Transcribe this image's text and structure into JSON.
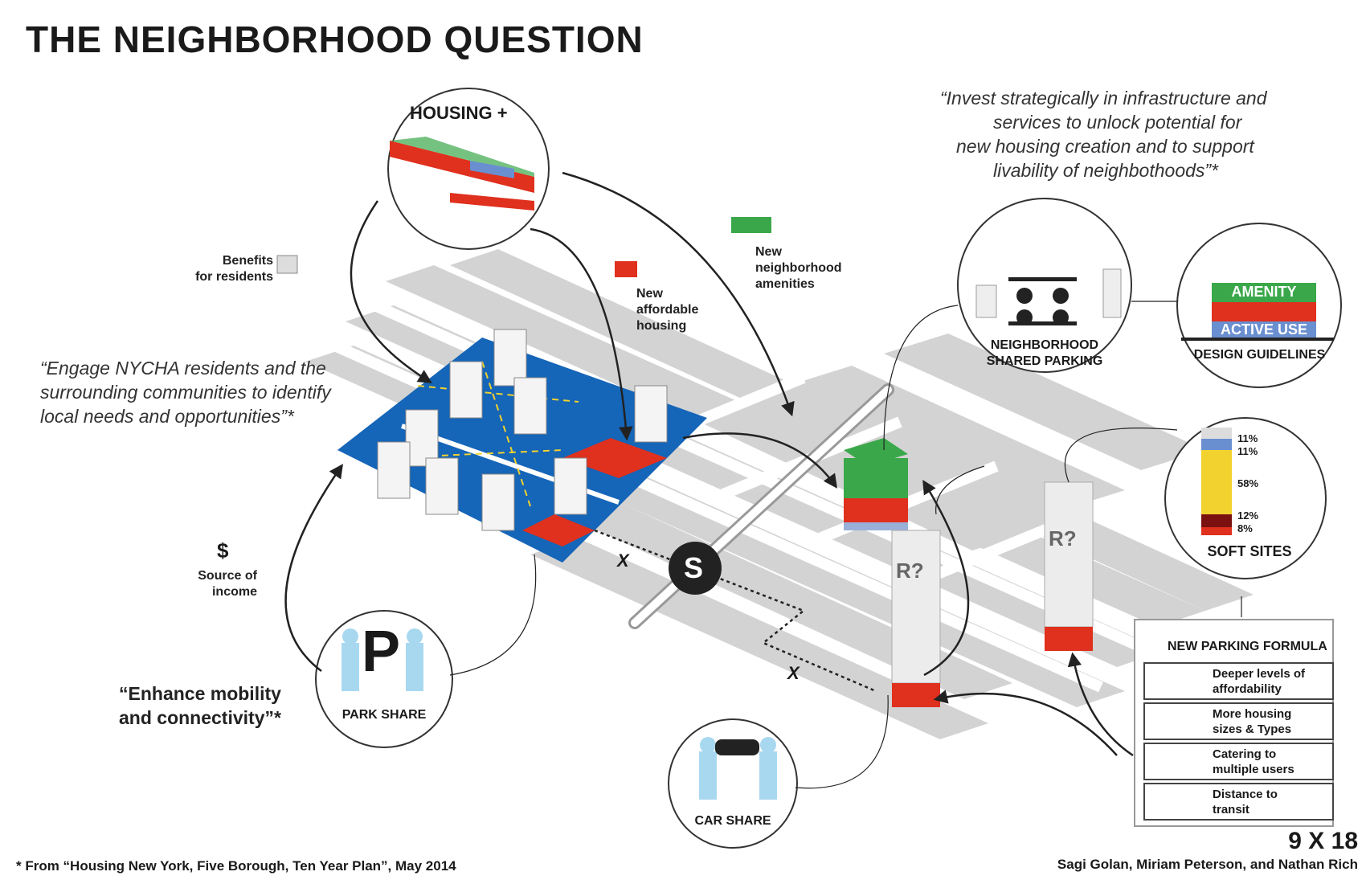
{
  "title": "THE NEIGHBORHOOD QUESTION",
  "quotes": {
    "invest": [
      "“Invest strategically in infrastructure and",
      "services to unlock potential for",
      "new housing creation and to support",
      "livability of neighbothoods”*"
    ],
    "engage": [
      "“Engage NYCHA residents and the",
      "surrounding communities to identify",
      "local needs and opportunities”*"
    ],
    "mobility": [
      "“Enhance mobility",
      "and connectivity”*"
    ]
  },
  "circles": {
    "housing": "HOUSING +",
    "shared_parking": [
      "NEIGHBORHOOD",
      "SHARED PARKING"
    ],
    "design_guidelines": "DESIGN GUIDELINES",
    "amenity": "AMENITY",
    "active_use": "ACTIVE USE",
    "soft_sites": "SOFT SITES",
    "park_share": "PARK SHARE",
    "car_share": "CAR SHARE",
    "park_letter": "P"
  },
  "soft_sites_pcts": [
    "11%",
    "11%",
    "58%",
    "12%",
    "8%"
  ],
  "labels": {
    "benefits": [
      "Benefits",
      "for residents"
    ],
    "affordable": [
      "New",
      "affordable",
      "housing"
    ],
    "amenities": [
      "New",
      "neighborhood",
      "amenities"
    ],
    "income_symbol": "$",
    "income": [
      "Source of",
      "income"
    ],
    "subway": "S",
    "r1": "R?",
    "r2": "R?",
    "x1": "X",
    "x2": "X"
  },
  "formula": {
    "title": "NEW PARKING FORMULA",
    "rows": [
      [
        "Deeper levels of",
        "affordability"
      ],
      [
        "More housing",
        "sizes & Types"
      ],
      [
        "Catering to",
        "multiple users"
      ],
      [
        "Distance to",
        "transit"
      ]
    ]
  },
  "footer": {
    "source": "* From “Housing New York, Five Borough, Ten Year Plan”, May 2014",
    "code": "9 X 18",
    "authors": "Sagi Golan, Miriam Peterson, and Nathan Rich"
  },
  "colors": {
    "blue_site": "#1565b8",
    "red": "#e0301e",
    "green": "#3aa84a",
    "street_gray": "#d0d0d0",
    "light_blue_figure": "#a8d8f0",
    "yellow": "#f2d22e"
  }
}
